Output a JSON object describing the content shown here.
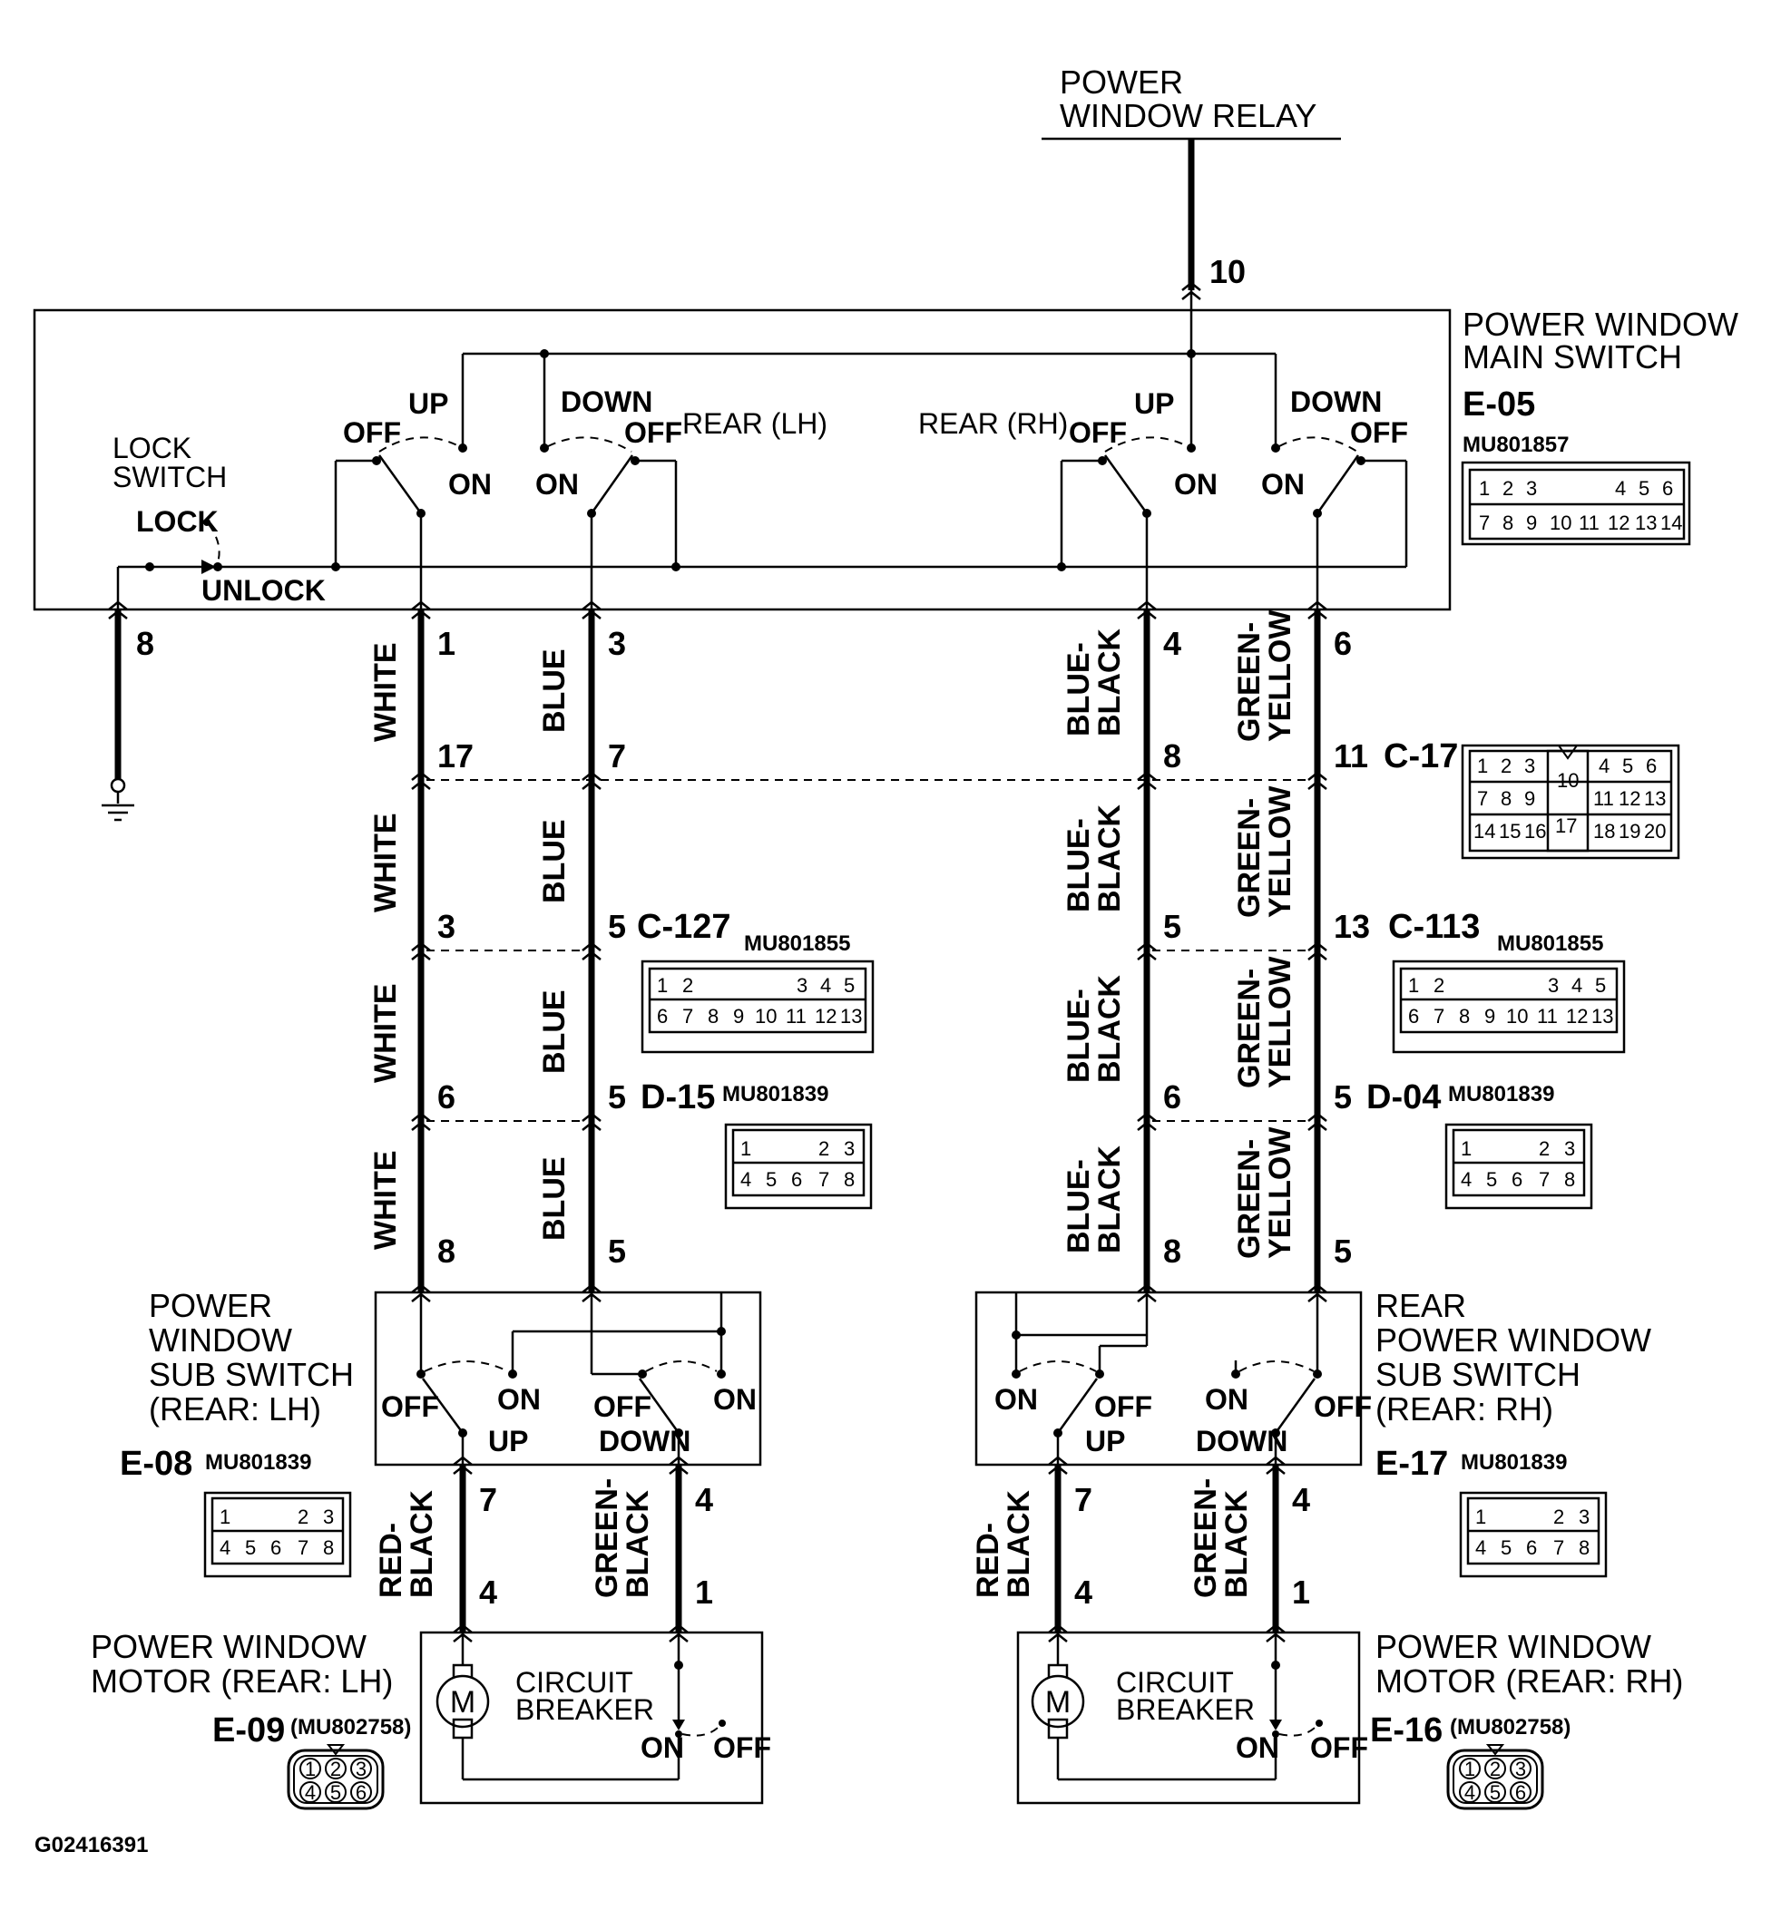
{
  "relay": {
    "line1": "POWER",
    "line2": "WINDOW RELAY",
    "pin": "10"
  },
  "main_switch": {
    "line1": "POWER WINDOW",
    "line2": "MAIN SWITCH",
    "connector": "E-05",
    "part_no": "MU801857",
    "pins_row1": [
      "1",
      "2",
      "3",
      "4",
      "5",
      "6"
    ],
    "pins_row2": [
      "7",
      "8",
      "9",
      "10",
      "11",
      "12",
      "13",
      "14"
    ]
  },
  "lock_switch": {
    "line1": "LOCK",
    "line2": "SWITCH",
    "lock": "LOCK",
    "unlock": "UNLOCK"
  },
  "rear_lh_group": "REAR (LH)",
  "rear_rh_group": "REAR (RH)",
  "switch_words": {
    "up": "UP",
    "down": "DOWN",
    "on": "ON",
    "off": "OFF"
  },
  "ground_pin": "8",
  "lh_circuit": {
    "wires": {
      "white": "WHITE",
      "blue": "BLUE",
      "red_black": [
        "RED-",
        "BLACK"
      ],
      "green_black": [
        "GREEN-",
        "BLACK"
      ]
    },
    "pins": {
      "main_a": "1",
      "main_b": "3",
      "c17_a": "17",
      "c17_b": "7",
      "c127_a": "3",
      "c127_b": "5",
      "d15_a": "6",
      "d15_b": "5",
      "sub_a": "8",
      "sub_b": "5",
      "sub_out_a": "7",
      "sub_out_b": "4",
      "motor_a": "4",
      "motor_b": "1"
    }
  },
  "rh_circuit": {
    "wires": {
      "blue_black": [
        "BLUE-",
        "BLACK"
      ],
      "green_yellow": [
        "GREEN-",
        "YELLOW"
      ],
      "red_black": [
        "RED-",
        "BLACK"
      ],
      "green_black": [
        "GREEN-",
        "BLACK"
      ]
    },
    "pins": {
      "main_a": "4",
      "main_b": "6",
      "c17_a": "8",
      "c17_b": "11",
      "c113_a": "5",
      "c113_b": "13",
      "d04_a": "6",
      "d04_b": "5",
      "sub_a": "8",
      "sub_b": "5",
      "sub_out_a": "7",
      "sub_out_b": "4",
      "motor_a": "4",
      "motor_b": "1"
    }
  },
  "connectors": {
    "c17": {
      "name": "C-17",
      "row1": [
        "1",
        "2",
        "3",
        "4",
        "5",
        "6"
      ],
      "mid": "10",
      "row2": [
        "7",
        "8",
        "9",
        "11",
        "12",
        "13"
      ],
      "row3": [
        "14",
        "15",
        "16",
        "17",
        "18",
        "19",
        "20"
      ]
    },
    "c127": {
      "name": "C-127",
      "part_no": "MU801855",
      "row1": [
        "1",
        "2",
        "3",
        "4",
        "5"
      ],
      "row2": [
        "6",
        "7",
        "8",
        "9",
        "10",
        "11",
        "12",
        "13"
      ]
    },
    "c113": {
      "name": "C-113",
      "part_no": "MU801855",
      "row1": [
        "1",
        "2",
        "3",
        "4",
        "5"
      ],
      "row2": [
        "6",
        "7",
        "8",
        "9",
        "10",
        "11",
        "12",
        "13"
      ]
    },
    "d15": {
      "name": "D-15",
      "part_no": "MU801839",
      "row1": [
        "1",
        "2",
        "3"
      ],
      "row2": [
        "4",
        "5",
        "6",
        "7",
        "8"
      ]
    },
    "d04": {
      "name": "D-04",
      "part_no": "MU801839",
      "row1": [
        "1",
        "2",
        "3"
      ],
      "row2": [
        "4",
        "5",
        "6",
        "7",
        "8"
      ]
    },
    "e08": {
      "name": "E-08",
      "part_no": "MU801839",
      "row1": [
        "1",
        "2",
        "3"
      ],
      "row2": [
        "4",
        "5",
        "6",
        "7",
        "8"
      ]
    },
    "e17": {
      "name": "E-17",
      "part_no": "MU801839",
      "row1": [
        "1",
        "2",
        "3"
      ],
      "row2": [
        "4",
        "5",
        "6",
        "7",
        "8"
      ]
    },
    "e09": {
      "name": "E-09",
      "part_no": "(MU802758)",
      "row1": [
        "1",
        "2",
        "3"
      ],
      "row2": [
        "4",
        "5",
        "6"
      ]
    },
    "e16": {
      "name": "E-16",
      "part_no": "(MU802758)",
      "row1": [
        "1",
        "2",
        "3"
      ],
      "row2": [
        "4",
        "5",
        "6"
      ]
    }
  },
  "sub_switch_lh": {
    "lines": [
      "POWER",
      "WINDOW",
      "SUB SWITCH",
      "(REAR: LH)"
    ]
  },
  "sub_switch_rh": {
    "lines": [
      "REAR",
      "POWER WINDOW",
      "SUB SWITCH",
      "(REAR: RH)"
    ]
  },
  "motor_lh": {
    "lines": [
      "POWER WINDOW",
      "MOTOR (REAR: LH)"
    ]
  },
  "motor_rh": {
    "lines": [
      "POWER WINDOW",
      "MOTOR (REAR: RH)"
    ]
  },
  "motor_symbol": "M",
  "breaker": {
    "line1": "CIRCUIT",
    "line2": "BREAKER"
  },
  "figure_id": "G02416391"
}
